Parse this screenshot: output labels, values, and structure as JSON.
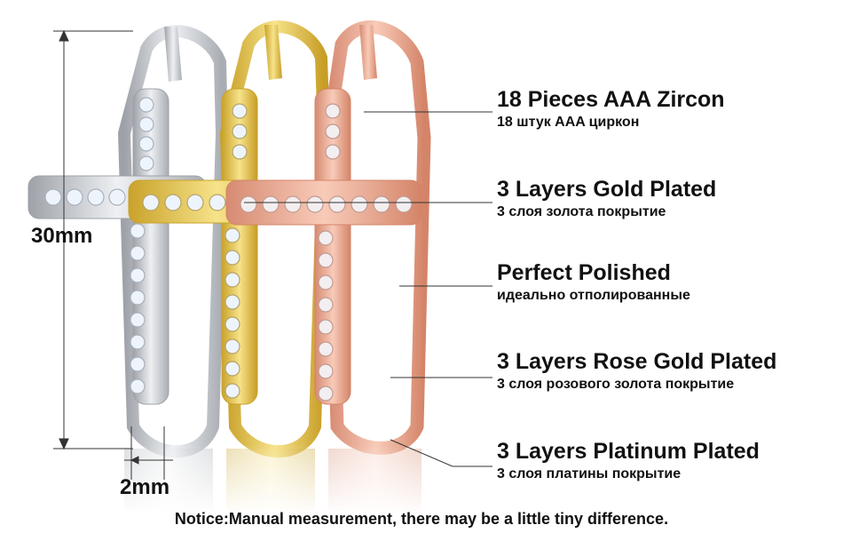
{
  "labels": [
    {
      "en": "18 Pieces AAA Zircon",
      "ru": "18 штук AAA циркон"
    },
    {
      "en": "3 Layers Gold Plated",
      "ru": "3 слоя золота покрытие"
    },
    {
      "en": "Perfect Polished",
      "ru": "идеально отполированные"
    },
    {
      "en": "3 Layers Rose Gold Plated",
      "ru": "3 слоя розового золота покрытие"
    },
    {
      "en": "3 Layers Platinum Plated",
      "ru": "3 слоя платины покрытие"
    }
  ],
  "dimensions": {
    "height": "30mm",
    "width": "2mm"
  },
  "notice": "Notice:Manual measurement, there may be a little tiny difference.",
  "colors": {
    "silver": "#c9ccd2",
    "gold": "#e8c64a",
    "rose_gold": "#eaa58f",
    "zircon": "#e9f1fb",
    "text": "#111111",
    "lines": "#333333"
  }
}
